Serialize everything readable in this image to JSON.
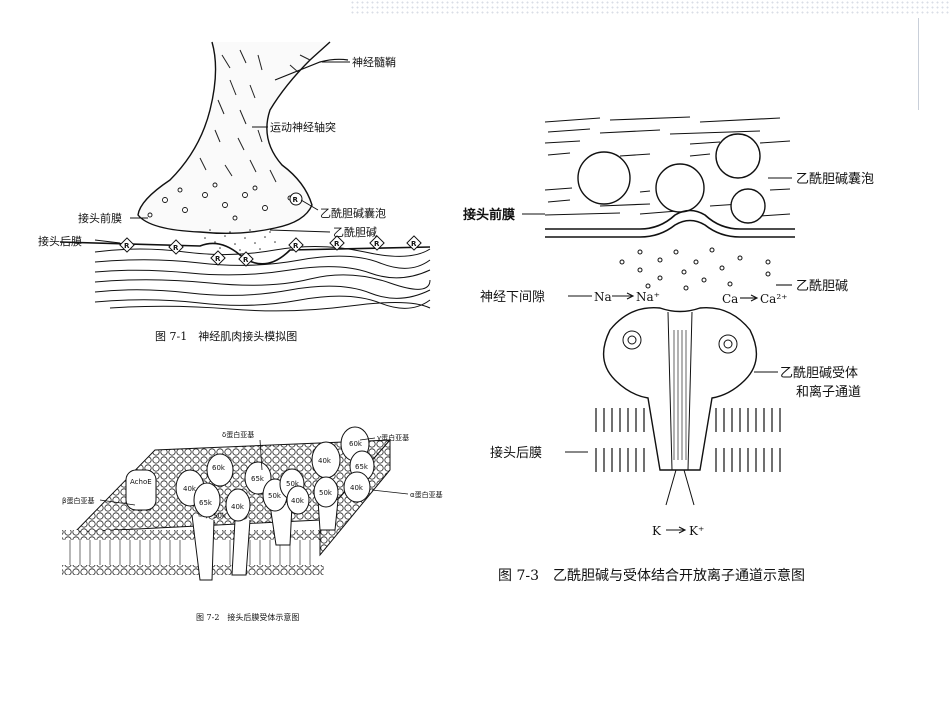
{
  "figures": {
    "fig1": {
      "caption": "图 7-1　神经肌肉接头模拟图",
      "labels": {
        "myelin": "神经髓鞘",
        "motor_axon": "运动神经轴突",
        "presynaptic": "接头前膜",
        "vesicle": "乙酰胆碱囊泡",
        "ach": "乙酰胆碱",
        "postsynaptic": "接头后膜",
        "receptor_mark": "R"
      }
    },
    "fig2": {
      "caption": "图 7-2　接头后膜受体示意图",
      "labels": {
        "delta": "δ蛋白亚基",
        "gamma": "γ蛋白亚基",
        "beta": "β蛋白亚基",
        "alpha": "α蛋白亚基",
        "ache": "AchoE",
        "k60": "60k",
        "k65": "65k",
        "k50": "50k",
        "k40": "40k"
      }
    },
    "fig3": {
      "caption": "图 7-3　乙酰胆碱与受体结合开放离子通道示意图",
      "labels": {
        "vesicle": "乙酰胆碱囊泡",
        "presynaptic": "接头前膜",
        "ach": "乙酰胆碱",
        "cleft": "神经下间隙",
        "na": "Na",
        "na_plus": "Na⁺",
        "ca": "Ca",
        "ca_plus": "Ca²⁺",
        "receptor_line1": "乙酰胆碱受体",
        "receptor_line2": "和离子通道",
        "postsynaptic": "接头后膜",
        "k": "K",
        "k_plus": "K⁺"
      }
    }
  }
}
